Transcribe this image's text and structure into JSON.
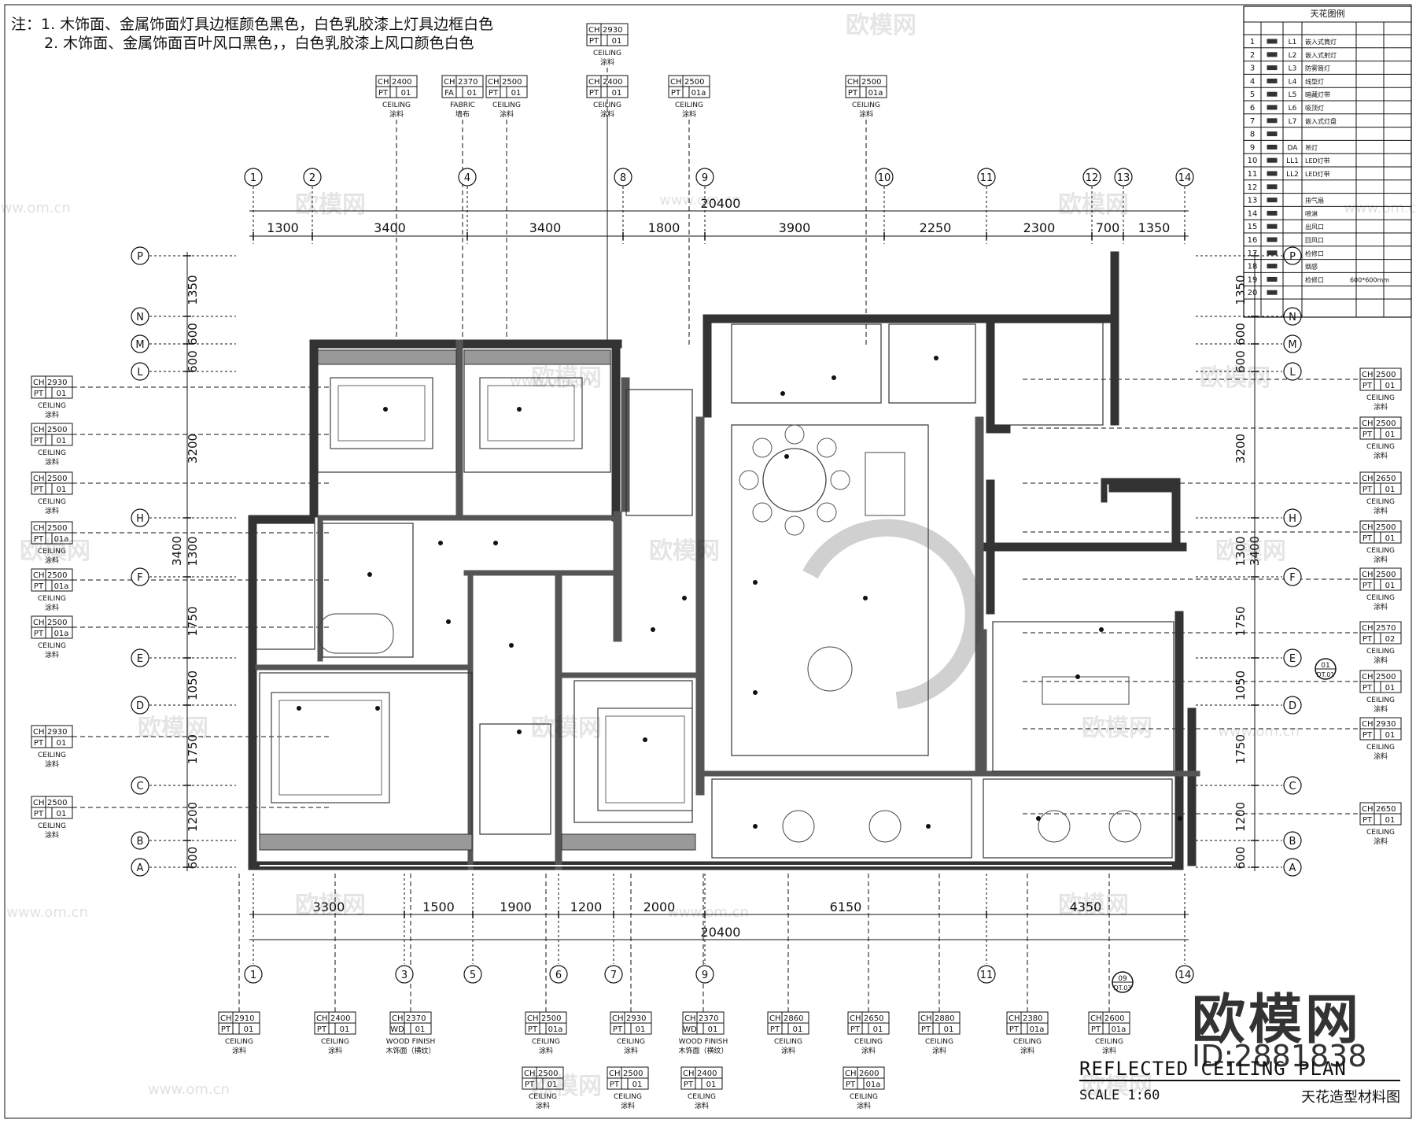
{
  "notes": [
    "注：1. 木饰面、金属饰面灯具边框颜色黑色，白色乳胶漆上灯具边框白色",
    "2. 木饰面、金属饰面百叶风口黑色，，白色乳胶漆上风口颜色白色"
  ],
  "title": "REFLECTED CEILING PLAN",
  "scale": "SCALE 1:60",
  "subtitle": "天花造型材料图",
  "watermark": {
    "brand": "欧模网",
    "site": "www.om.cn",
    "id": "ID:2881838"
  },
  "grid_top": [
    "1",
    "2",
    "4",
    "8",
    "9",
    "10",
    "11",
    "12",
    "13",
    "14"
  ],
  "grid_bottom": [
    "1",
    "3",
    "5",
    "6",
    "7",
    "9",
    "11",
    "14"
  ],
  "grid_rows": [
    "P",
    "N",
    "M",
    "L",
    "H",
    "F",
    "E",
    "D",
    "C",
    "B",
    "A"
  ],
  "dims_top": [
    "1300",
    "3400",
    "3400",
    "1800",
    "3900",
    "2250",
    "2300",
    "700",
    "1350"
  ],
  "dims_top_total": "20400",
  "dims_bottom": [
    "3300",
    "1500",
    "1900",
    "1200",
    "2000",
    "6150",
    "4350"
  ],
  "dims_bottom_total": "20400",
  "dims_left": [
    "1350",
    "600",
    "600",
    "3200",
    "1300",
    "1750",
    "1050",
    "1750",
    "1200",
    "600"
  ],
  "dims_left_total": "3400",
  "dims_right": [
    "1350",
    "600",
    "600",
    "3200",
    "1300",
    "1750",
    "1050",
    "1750",
    "1200",
    "600"
  ],
  "dims_right_total": "3400",
  "tags_top": [
    {
      "ch": "CH 2400",
      "pt": "PT",
      "code": "01",
      "name": "CEILING",
      "cn": "涂料"
    },
    {
      "ch": "CH 2370",
      "pt": "FA",
      "code": "01",
      "name": "FABRIC",
      "cn": "墙布"
    },
    {
      "ch": "CH 2500",
      "pt": "PT",
      "code": "01",
      "name": "CEILING",
      "cn": "涂料"
    },
    {
      "ch": "CH 2930",
      "pt": "PT",
      "code": "01",
      "name": "CEILING",
      "cn": "涂料"
    },
    {
      "ch": "CH 2400",
      "pt": "PT",
      "code": "01",
      "name": "CEILING",
      "cn": "涂料"
    },
    {
      "ch": "CH 2500",
      "pt": "PT",
      "code": "01a",
      "name": "CEILING",
      "cn": "涂料"
    },
    {
      "ch": "CH 2500",
      "pt": "PT",
      "code": "01a",
      "name": "CEILING",
      "cn": "涂料"
    }
  ],
  "tags_left": [
    {
      "ch": "CH 2930",
      "pt": "PT",
      "code": "01",
      "name": "CEILING",
      "cn": "涂料"
    },
    {
      "ch": "CH 2500",
      "pt": "PT",
      "code": "01",
      "name": "CEILING",
      "cn": "涂料"
    },
    {
      "ch": "CH 2500",
      "pt": "PT",
      "code": "01",
      "name": "CEILING",
      "cn": "涂料"
    },
    {
      "ch": "CH 2500",
      "pt": "PT",
      "code": "01a",
      "name": "CEILING",
      "cn": "涂料"
    },
    {
      "ch": "CH 2500",
      "pt": "PT",
      "code": "01a",
      "name": "CEILING",
      "cn": "涂料"
    },
    {
      "ch": "CH 2500",
      "pt": "PT",
      "code": "01a",
      "name": "CEILING",
      "cn": "涂料"
    },
    {
      "ch": "CH 2930",
      "pt": "PT",
      "code": "01",
      "name": "CEILING",
      "cn": "涂料"
    },
    {
      "ch": "CH 2500",
      "pt": "PT",
      "code": "01",
      "name": "CEILING",
      "cn": "涂料"
    }
  ],
  "tags_right": [
    {
      "ch": "CH 2500",
      "pt": "PT",
      "code": "01",
      "name": "CEILING",
      "cn": "涂料"
    },
    {
      "ch": "CH 2500",
      "pt": "PT",
      "code": "01",
      "name": "CEILING",
      "cn": "涂料"
    },
    {
      "ch": "CH 2650",
      "pt": "PT",
      "code": "01",
      "name": "CEILING",
      "cn": "涂料"
    },
    {
      "ch": "CH 2500",
      "pt": "PT",
      "code": "01",
      "name": "CEILING",
      "cn": "涂料"
    },
    {
      "ch": "CH 2500",
      "pt": "PT",
      "code": "01",
      "name": "CEILING",
      "cn": "涂料"
    },
    {
      "ch": "CH 2570",
      "pt": "PT",
      "code": "02",
      "name": "CEILING",
      "cn": "涂料"
    },
    {
      "ch": "CH 2500",
      "pt": "PT",
      "code": "01",
      "name": "CEILING",
      "cn": "涂料"
    },
    {
      "ch": "CH 2930",
      "pt": "PT",
      "code": "01",
      "name": "CEILING",
      "cn": "涂料"
    },
    {
      "ch": "CH 2650",
      "pt": "PT",
      "code": "01",
      "name": "CEILING",
      "cn": "涂料"
    }
  ],
  "tags_bottom": [
    {
      "ch": "CH 2910",
      "pt": "PT",
      "code": "01",
      "name": "CEILING",
      "cn": "涂料"
    },
    {
      "ch": "CH 2400",
      "pt": "PT",
      "code": "01",
      "name": "CEILING",
      "cn": "涂料"
    },
    {
      "ch": "CH 2370",
      "pt": "WD",
      "code": "01",
      "name": "WOOD FINISH",
      "cn": "木饰面（横纹）"
    },
    {
      "ch": "CH 2500",
      "pt": "PT",
      "code": "01a",
      "name": "CEILING",
      "cn": "涂料"
    },
    {
      "ch": "CH 2930",
      "pt": "PT",
      "code": "01",
      "name": "CEILING",
      "cn": "涂料"
    },
    {
      "ch": "CH 2370",
      "pt": "WD",
      "code": "01",
      "name": "WOOD FINISH",
      "cn": "木饰面（横纹）"
    },
    {
      "ch": "CH 2860",
      "pt": "PT",
      "code": "01",
      "name": "CEILING",
      "cn": "涂料"
    },
    {
      "ch": "CH 2650",
      "pt": "PT",
      "code": "01",
      "name": "CEILING",
      "cn": "涂料"
    },
    {
      "ch": "CH 2880",
      "pt": "PT",
      "code": "01",
      "name": "CEILING",
      "cn": "涂料"
    },
    {
      "ch": "CH 2380",
      "pt": "PT",
      "code": "01a",
      "name": "CEILING",
      "cn": "涂料"
    },
    {
      "ch": "CH 2600",
      "pt": "PT",
      "code": "01a",
      "name": "CEILING",
      "cn": "涂料"
    }
  ],
  "tags_bottom2": [
    {
      "ch": "CH 2500",
      "pt": "PT",
      "code": "01",
      "name": "CEILING",
      "cn": "涂料"
    },
    {
      "ch": "CH 2500",
      "pt": "PT",
      "code": "01",
      "name": "CEILING",
      "cn": "涂料"
    },
    {
      "ch": "CH 2400",
      "pt": "PT",
      "code": "01",
      "name": "CEILING",
      "cn": "涂料"
    },
    {
      "ch": "CH 2600",
      "pt": "PT",
      "code": "01a",
      "name": "CEILING",
      "cn": "涂料"
    }
  ],
  "section_marks": [
    {
      "num": "01",
      "ref": "DT.01"
    },
    {
      "num": "09",
      "ref": "DT.03"
    }
  ],
  "legend": {
    "title": "天花图例",
    "rows": [
      {
        "no": "1",
        "code": "L1",
        "desc": "嵌入式筒灯"
      },
      {
        "no": "2",
        "code": "L2",
        "desc": "嵌入式射灯"
      },
      {
        "no": "3",
        "code": "L3",
        "desc": "防雾筒灯"
      },
      {
        "no": "4",
        "code": "L4",
        "desc": "线型灯"
      },
      {
        "no": "5",
        "code": "L5",
        "desc": "暗藏灯带"
      },
      {
        "no": "6",
        "code": "L6",
        "desc": "吸顶灯"
      },
      {
        "no": "7",
        "code": "L7",
        "desc": "嵌入式灯盘"
      },
      {
        "no": "8",
        "code": "",
        "desc": ""
      },
      {
        "no": "9",
        "code": "DA",
        "desc": "吊灯"
      },
      {
        "no": "10",
        "code": "LL1",
        "desc": "LED灯带"
      },
      {
        "no": "11",
        "code": "LL2",
        "desc": "LED灯带"
      },
      {
        "no": "12",
        "code": "",
        "desc": ""
      },
      {
        "no": "13",
        "code": "",
        "desc": "排气扇"
      },
      {
        "no": "14",
        "code": "",
        "desc": "喷淋"
      },
      {
        "no": "15",
        "code": "",
        "desc": "出风口"
      },
      {
        "no": "16",
        "code": "",
        "desc": "回风口"
      },
      {
        "no": "17",
        "code": "",
        "desc": "检修口"
      },
      {
        "no": "18",
        "code": "",
        "desc": "烟感"
      },
      {
        "no": "19",
        "code": "",
        "desc": "检修口"
      },
      {
        "no": "20",
        "code": "",
        "desc": ""
      }
    ],
    "note19": "600*600mm"
  }
}
